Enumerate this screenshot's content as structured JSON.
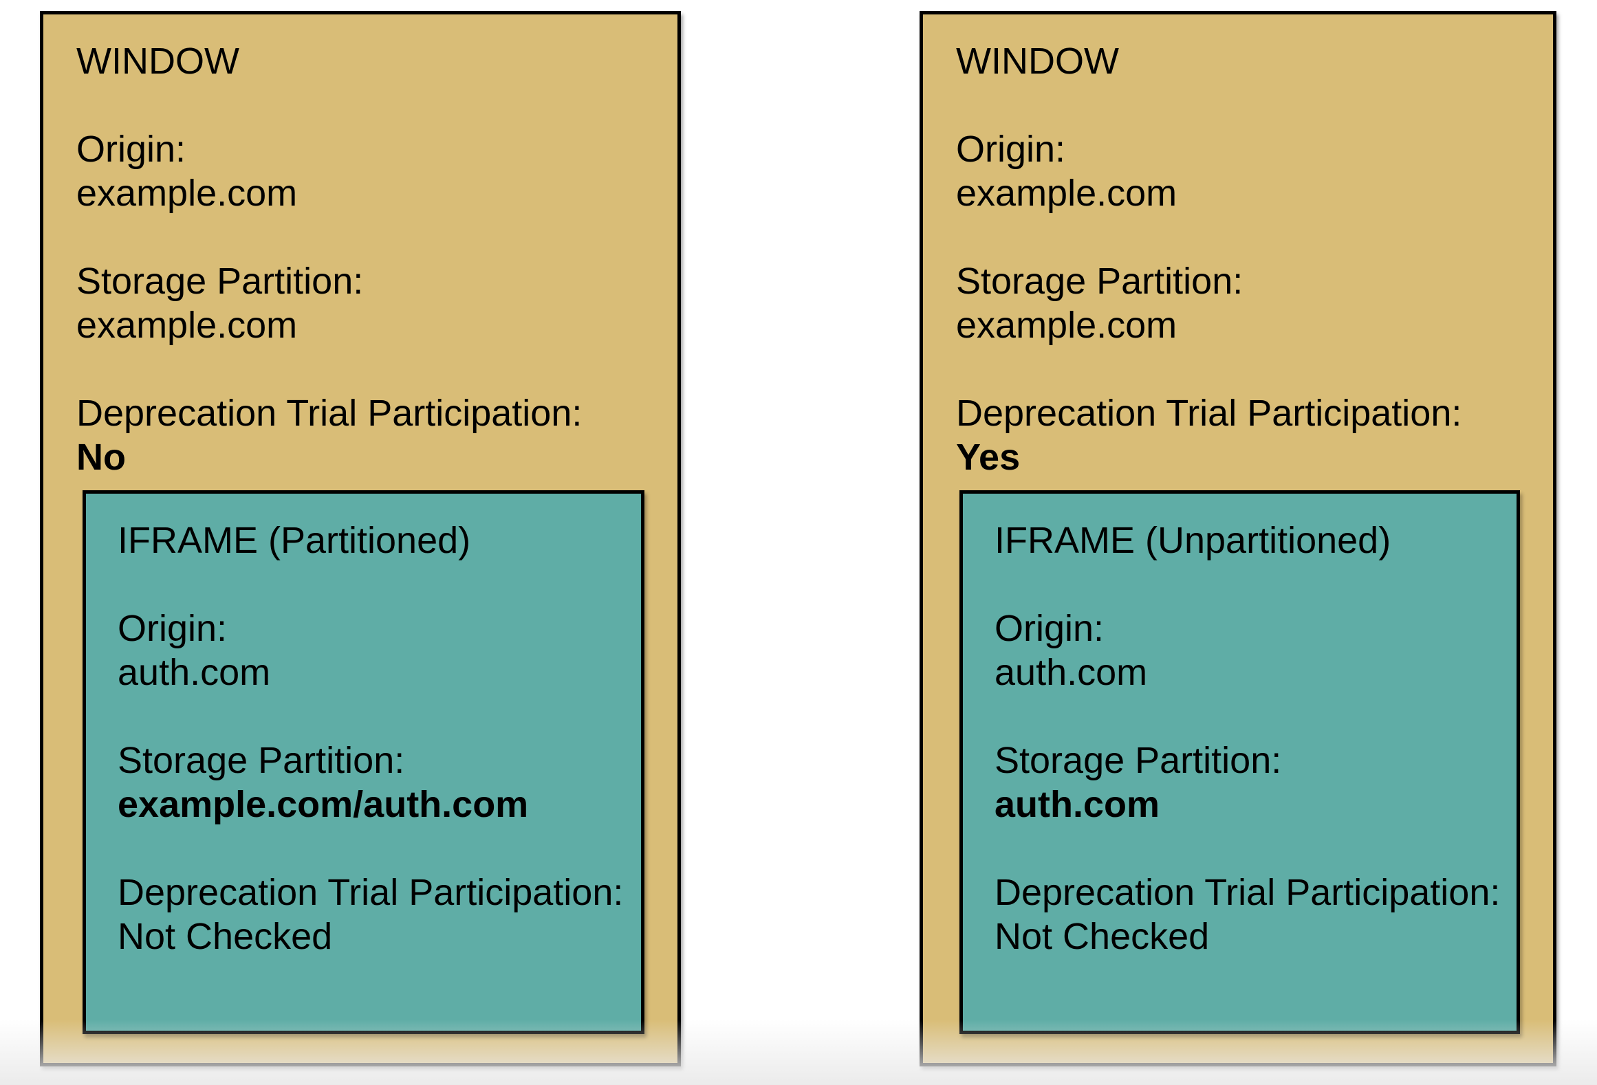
{
  "page": {
    "background": "#ffffff",
    "bottom_fade_color": "#ebebeb"
  },
  "colors": {
    "window_bg": "#d9bd77",
    "iframe_bg": "#5fada6",
    "border": "#000000",
    "text": "#000000"
  },
  "windows": [
    {
      "title": "WINDOW",
      "fields": [
        {
          "label": "Origin:",
          "value": "example.com",
          "value_bold": false
        },
        {
          "label": "Storage Partition:",
          "value": "example.com",
          "value_bold": false
        },
        {
          "label": "Deprecation Trial Participation:",
          "value": "No",
          "value_bold": true
        }
      ],
      "iframe": {
        "title": "IFRAME (Partitioned)",
        "fields": [
          {
            "label": "Origin:",
            "value": "auth.com",
            "value_bold": false
          },
          {
            "label": "Storage Partition:",
            "value": "example.com/auth.com",
            "value_bold": true
          },
          {
            "label": "Deprecation Trial Participation:",
            "value": "Not Checked",
            "value_bold": false
          }
        ]
      }
    },
    {
      "title": "WINDOW",
      "fields": [
        {
          "label": "Origin:",
          "value": "example.com",
          "value_bold": false
        },
        {
          "label": "Storage Partition:",
          "value": "example.com",
          "value_bold": false
        },
        {
          "label": "Deprecation Trial Participation:",
          "value": "Yes",
          "value_bold": true
        }
      ],
      "iframe": {
        "title": "IFRAME (Unpartitioned)",
        "fields": [
          {
            "label": "Origin:",
            "value": "auth.com",
            "value_bold": false
          },
          {
            "label": "Storage Partition:",
            "value": "auth.com",
            "value_bold": true
          },
          {
            "label": "Deprecation Trial Participation:",
            "value": "Not Checked",
            "value_bold": false
          }
        ]
      }
    }
  ]
}
